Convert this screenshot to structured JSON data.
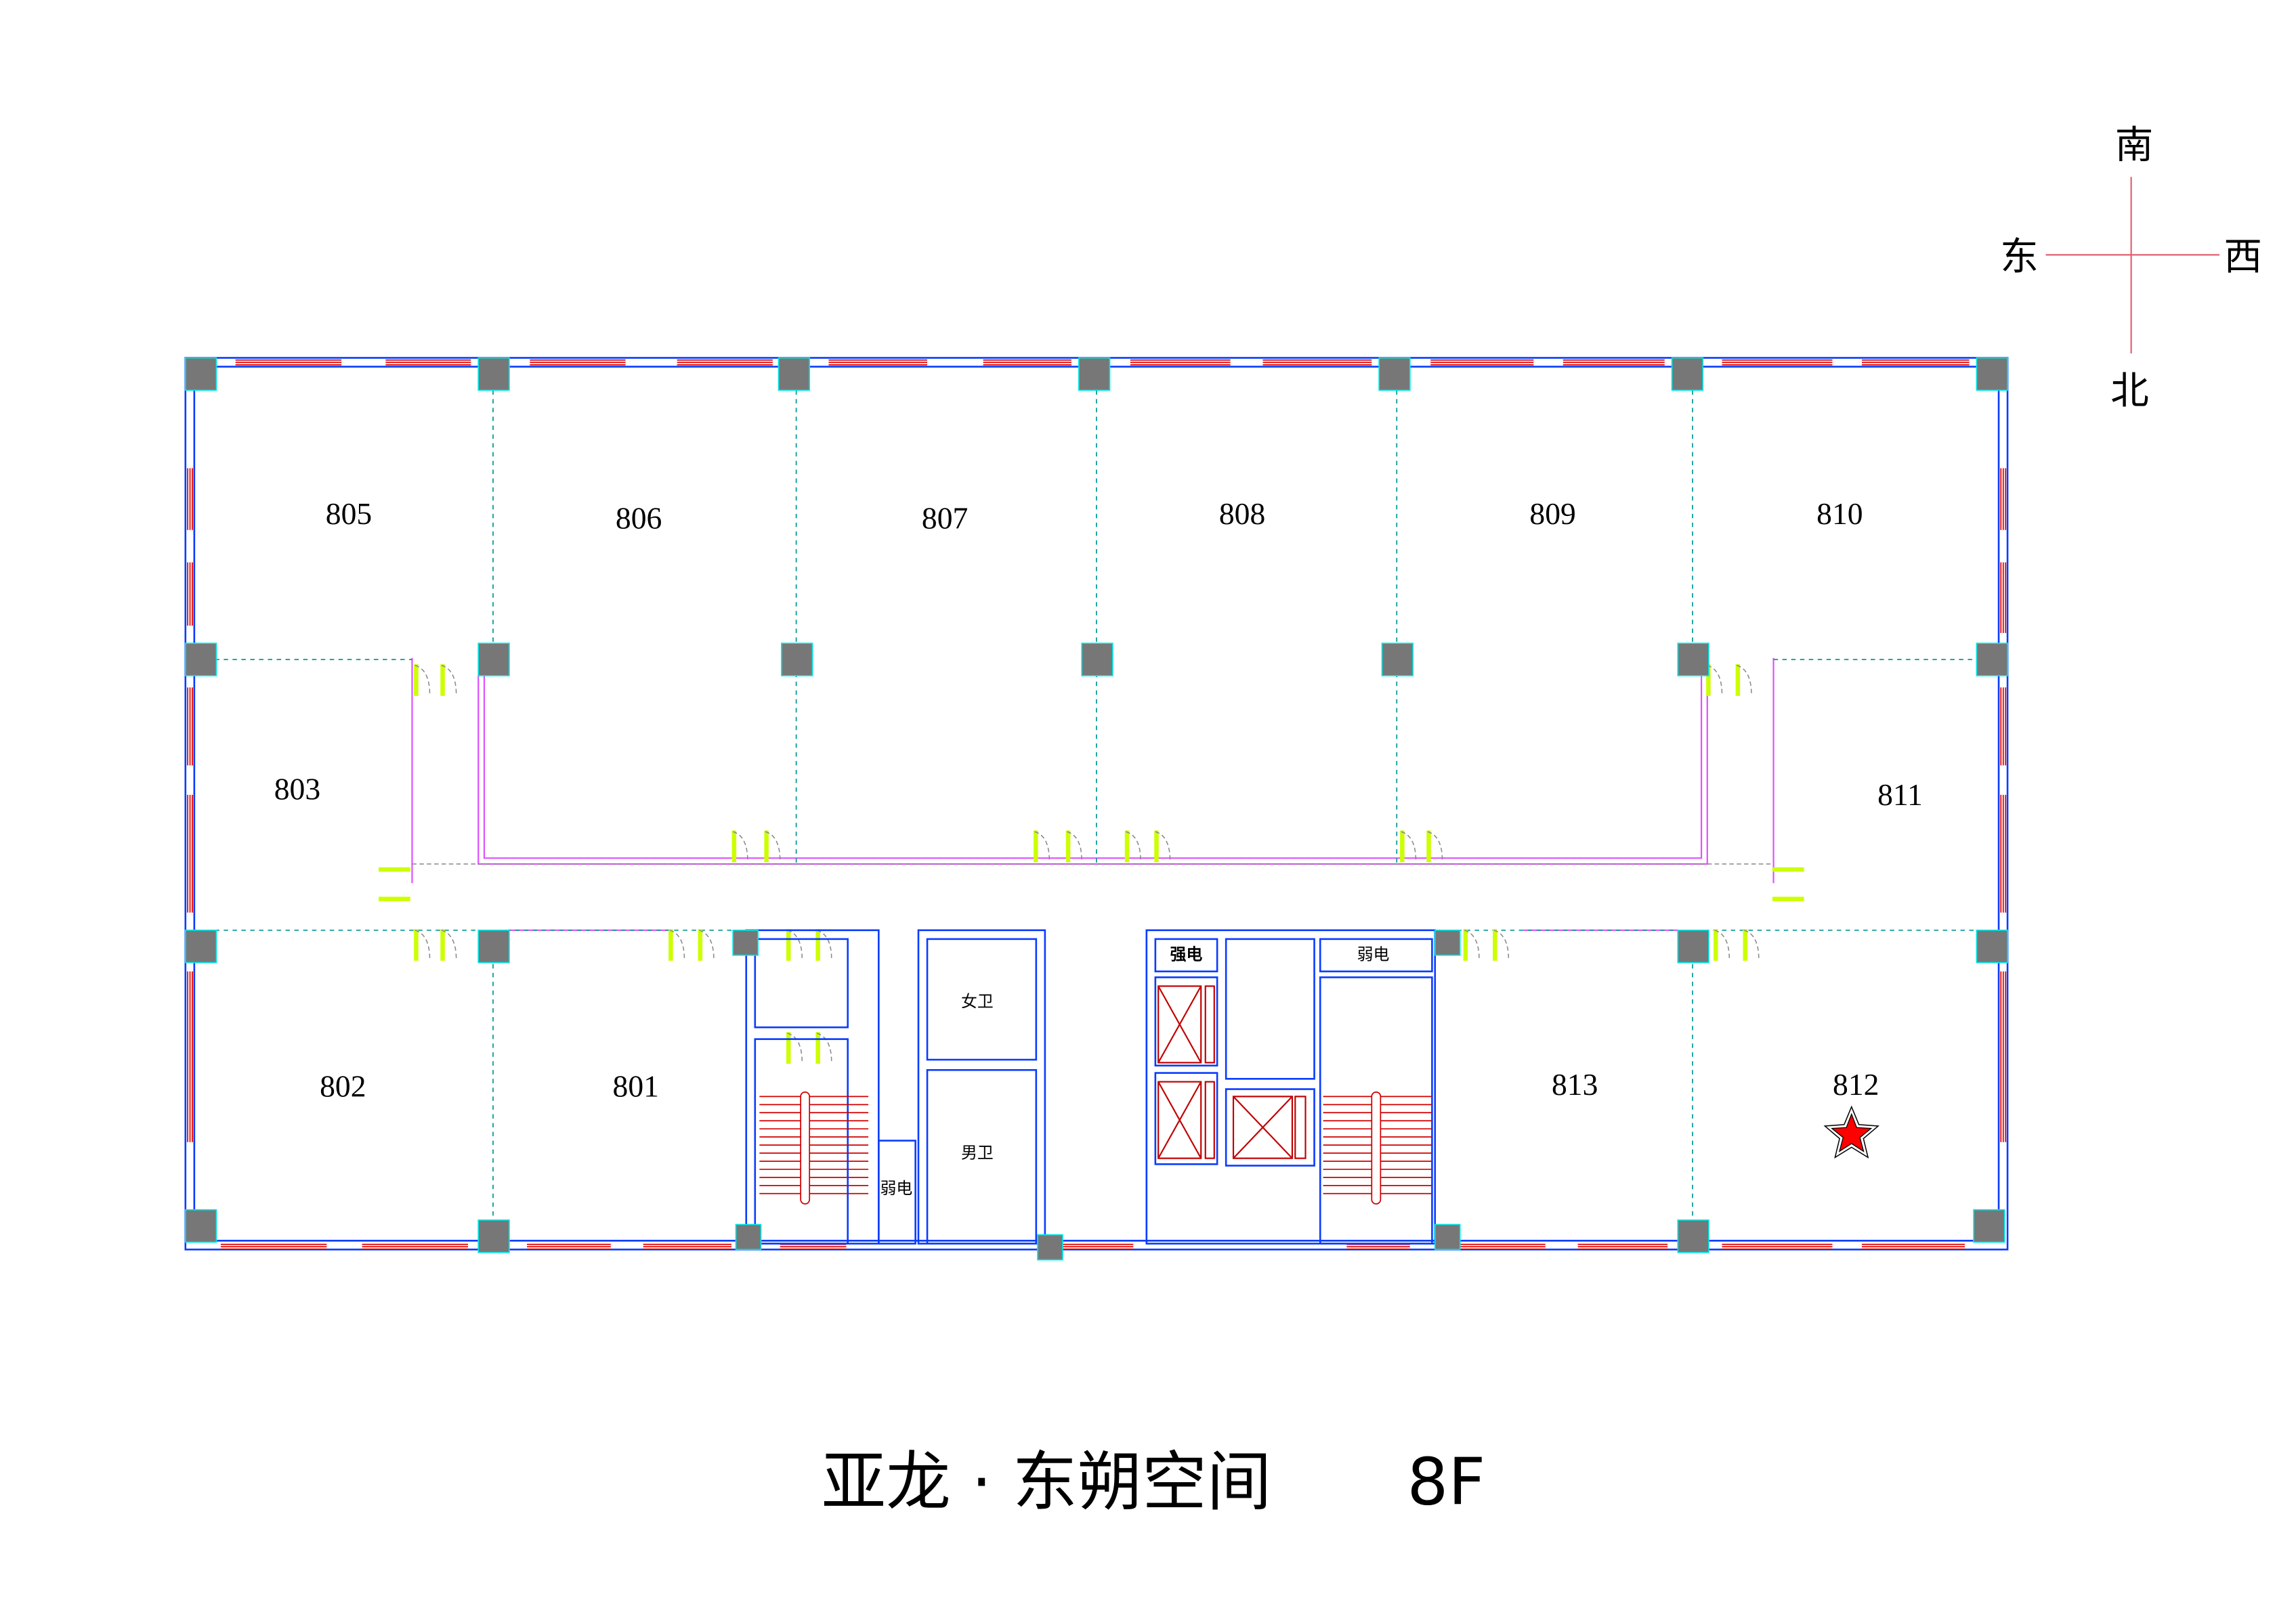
{
  "title": "亚龙 · 东朔空间",
  "floor": "8F",
  "compass": {
    "north_top": "南",
    "south_bottom": "北",
    "left": "东",
    "right": "西"
  },
  "rooms": [
    "805",
    "806",
    "807",
    "808",
    "809",
    "810",
    "803",
    "811",
    "802",
    "801",
    "813",
    "812"
  ],
  "services": {
    "womens_toilet": "女卫",
    "mens_toilet": "男卫",
    "weak_current_left": "弱电",
    "strong_current": "强电",
    "weak_current_right": "弱电"
  },
  "marker": {
    "room": "812",
    "color": "#ff0000",
    "icon": "star-icon"
  }
}
